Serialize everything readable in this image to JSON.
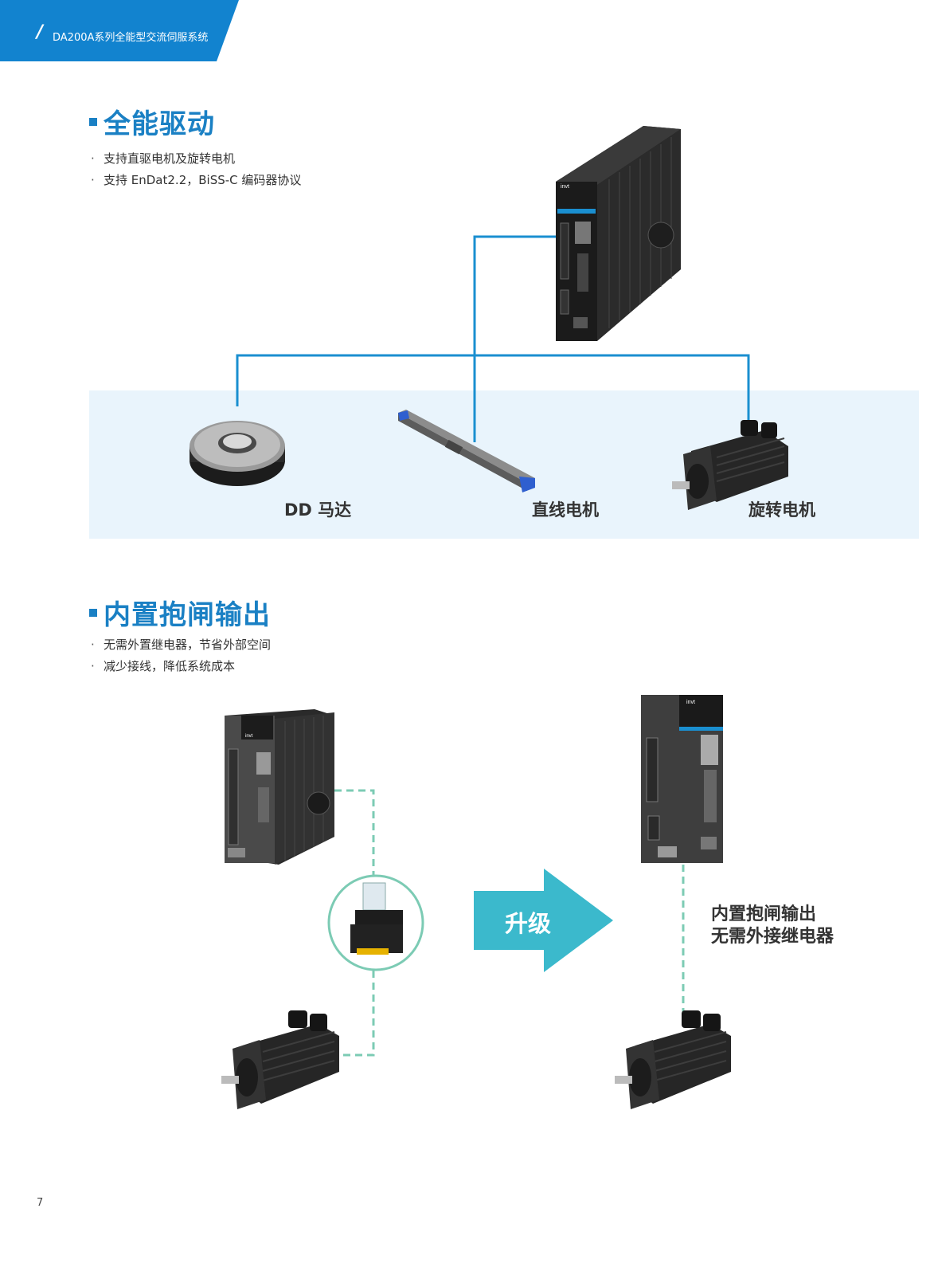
{
  "header": {
    "title": "DA200A系列全能型交流伺服系统"
  },
  "section1": {
    "title": "全能驱动",
    "bullets": [
      "支持直驱电机及旋转电机",
      "支持 EnDat2.2，BiSS-C 编码器协议"
    ],
    "products": [
      "DD 马达",
      "直线电机",
      "旋转电机"
    ]
  },
  "section2": {
    "title": "内置抱闸输出",
    "bullets": [
      "无需外置继电器，节省外部空间",
      "减少接线，降低系统成本"
    ],
    "upgrade_label": "升级",
    "caption_line1": "内置抱闸输出",
    "caption_line2": "无需外接继电器"
  },
  "brand": "invt",
  "page_number": "7",
  "colors": {
    "primary_blue": "#1a80c4",
    "line_blue": "#1a8fd0",
    "teal": "#3bb9cc",
    "dash_green": "#7ccbb4",
    "band_bg": "#e9f4fc"
  }
}
